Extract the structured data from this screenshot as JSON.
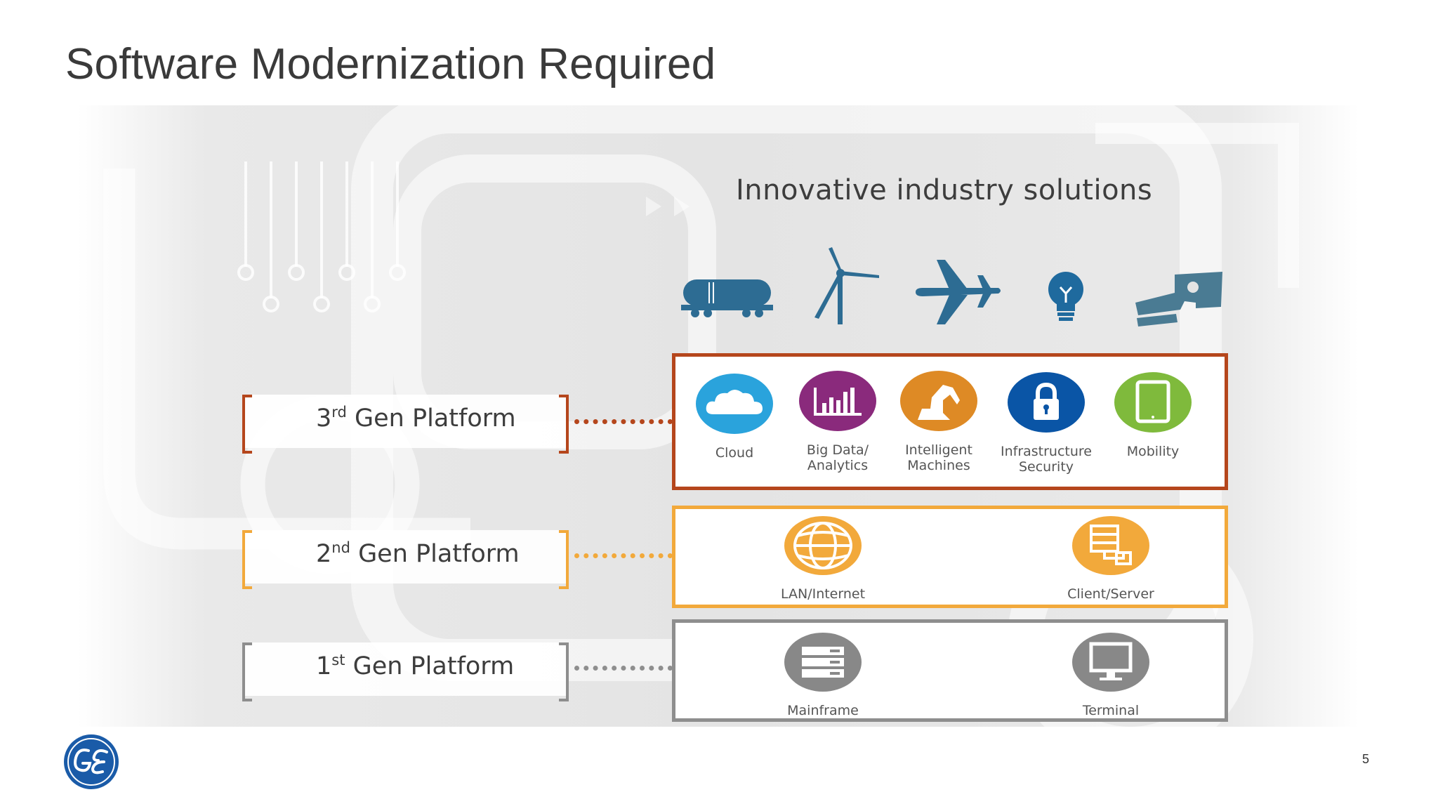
{
  "slide": {
    "title": "Software Modernization Required",
    "page_number": "5"
  },
  "diagram": {
    "headline": "Innovative industry solutions",
    "industry_icons": [
      "rail-tank-car-icon",
      "wind-turbine-icon",
      "airplane-icon",
      "light-bulb-icon",
      "robot-arm-icon"
    ],
    "platforms": [
      {
        "number": "3",
        "suffix": "rd",
        "label": "Gen Platform",
        "color": "#b5461c",
        "items": [
          {
            "label": "Cloud",
            "icon": "cloud-icon",
            "color": "#2aa3dc"
          },
          {
            "label": "Big Data/\nAnalytics",
            "icon": "bar-chart-icon",
            "color": "#8a2a7c"
          },
          {
            "label": "Intelligent\nMachines",
            "icon": "robot-arm-icon",
            "color": "#de8a25"
          },
          {
            "label": "Infrastructure\nSecurity",
            "icon": "lock-icon",
            "color": "#0a55a6"
          },
          {
            "label": "Mobility",
            "icon": "tablet-icon",
            "color": "#7fba3c"
          }
        ]
      },
      {
        "number": "2",
        "suffix": "nd",
        "label": "Gen Platform",
        "color": "#f2a93b",
        "items": [
          {
            "label": "LAN/Internet",
            "icon": "globe-icon",
            "color": "#f2a93b"
          },
          {
            "label": "Client/Server",
            "icon": "client-server-icon",
            "color": "#f2a93b"
          }
        ]
      },
      {
        "number": "1",
        "suffix": "st",
        "label": "Gen Platform",
        "color": "#8e8e8e",
        "items": [
          {
            "label": "Mainframe",
            "icon": "mainframe-icon",
            "color": "#888888"
          },
          {
            "label": "Terminal",
            "icon": "monitor-icon",
            "color": "#888888"
          }
        ]
      }
    ]
  },
  "logo": {
    "name": "ge-logo-icon",
    "color": "#1a5ba8"
  }
}
